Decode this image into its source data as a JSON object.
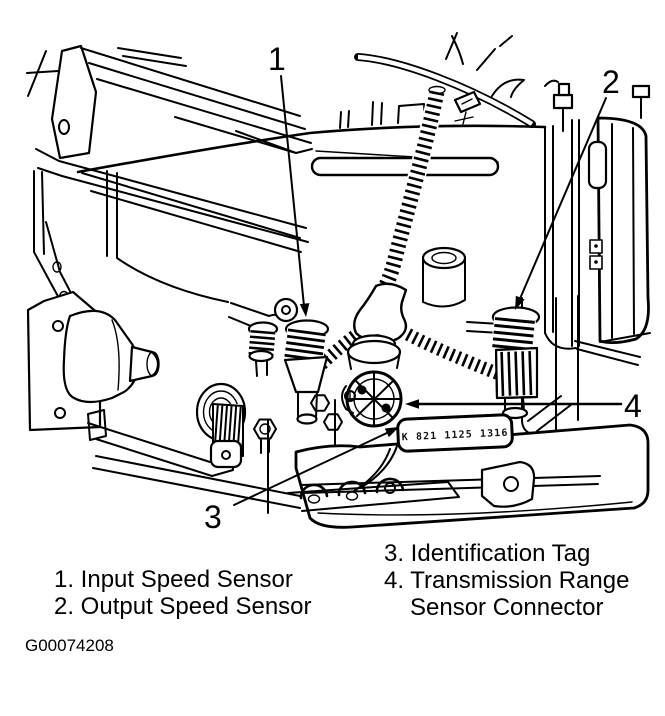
{
  "colors": {
    "ink": "#000000",
    "paper": "#ffffff"
  },
  "diagram": {
    "callout_numbers": [
      "1",
      "2",
      "3",
      "4"
    ],
    "id_tag_text": "K 821 1125 1316"
  },
  "legend": {
    "items_left": [
      "1. Input Speed Sensor",
      "2. Output Speed Sensor"
    ],
    "items_right": [
      "3. Identification Tag",
      "4. Transmission Range",
      "Sensor Connector"
    ]
  },
  "figure_id": "G00074208"
}
